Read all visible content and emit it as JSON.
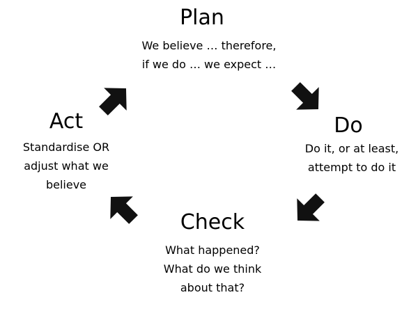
{
  "diagram": {
    "colors": {
      "text": "#000000",
      "arrow": "#111111",
      "background": "#ffffff"
    },
    "stages": {
      "plan": {
        "title": "Plan",
        "lines": [
          "We believe … therefore,",
          "if we do … we expect …"
        ]
      },
      "do": {
        "title": "Do",
        "lines": [
          "Do it, or at least,",
          "attempt to do it"
        ]
      },
      "check": {
        "title": "Check",
        "lines": [
          "What happened?",
          "What do we think",
          "about that?"
        ]
      },
      "act": {
        "title": "Act",
        "lines": [
          "Standardise OR",
          "adjust what we",
          "believe"
        ]
      }
    },
    "arrows": [
      {
        "from": "plan",
        "to": "do",
        "icon": "arrow-down-right-icon"
      },
      {
        "from": "do",
        "to": "check",
        "icon": "arrow-down-left-icon"
      },
      {
        "from": "check",
        "to": "act",
        "icon": "arrow-up-left-icon"
      },
      {
        "from": "act",
        "to": "plan",
        "icon": "arrow-up-right-icon"
      }
    ]
  }
}
